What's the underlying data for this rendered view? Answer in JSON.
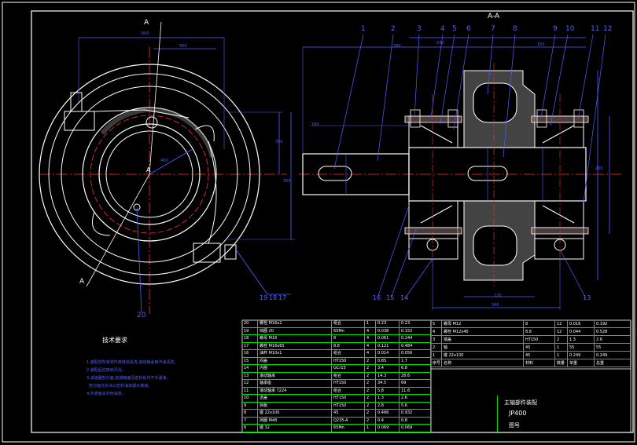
{
  "drawing": {
    "section_label": "A-A",
    "cut_mark": "A",
    "center_mark": "A",
    "lower_mark": "A",
    "balloons_top": [
      "1",
      "2",
      "3",
      "4",
      "5",
      "6",
      "7",
      "8",
      "9",
      "10",
      "11",
      "12"
    ],
    "balloons_bottom": [
      "16",
      "15",
      "14",
      "13"
    ],
    "balloons_left_bottom": [
      "19",
      "18",
      "17"
    ],
    "balloon_20": "20",
    "dims_left": [
      "600",
      "500",
      "330",
      "350",
      "400"
    ],
    "dims_right": [
      "240",
      "280",
      "180",
      "150",
      "120",
      "240",
      "200"
    ]
  },
  "notes": {
    "title": "技术要求",
    "lines": [
      "1.装配前所有零件用煤油清洗,滚动轴承用汽油清洗。",
      "2.装配后应转动灵活。",
      "3.减速器剖分面,各接触面及密封处均不许漏油,",
      "  剖分面允许涂以密封油漆或水玻璃。",
      "4.外表面涂灰色油漆。"
    ]
  },
  "parts_left": [
    [
      "20",
      "螺栓 M16x2",
      "组合",
      "1",
      "0.23",
      "0.23"
    ],
    [
      "19",
      "挡圈 20",
      "65Mn",
      "4",
      "0.038",
      "0.152"
    ],
    [
      "18",
      "螺母 M16",
      "8",
      "4",
      "0.061",
      "0.244"
    ],
    [
      "17",
      "螺栓 M16x65",
      "8.8",
      "4",
      "0.121",
      "0.484"
    ],
    [
      "16",
      "油杯 M10x1",
      "组合",
      "4",
      "0.014",
      "0.056"
    ],
    [
      "15",
      "闷盖",
      "HT150",
      "2",
      "0.85",
      "1.7"
    ],
    [
      "14",
      "内圈",
      "GCr15",
      "2",
      "3.4",
      "6.8"
    ],
    [
      "13",
      "滚动轴承",
      "组合",
      "2",
      "14.3",
      "28.6"
    ],
    [
      "12",
      "轴承座",
      "HT150",
      "2",
      "34.5",
      "69"
    ],
    [
      "11",
      "滚动轴承 7224",
      "组合",
      "2",
      "5.8",
      "11.6"
    ],
    [
      "10",
      "透盖",
      "HT150",
      "2",
      "1.3",
      "2.6"
    ],
    [
      "9",
      "挡板",
      "HT150",
      "2",
      "2.8",
      "5.6"
    ],
    [
      "8",
      "键 22x100",
      "45",
      "2",
      "0.466",
      "0.932"
    ],
    [
      "7",
      "挡圈 M48",
      "Q235-A",
      "2",
      "0.4",
      "0.8"
    ],
    [
      "6",
      "键 32",
      "65Mn",
      "1",
      "0.069",
      "0.069"
    ]
  ],
  "parts_right": [
    [
      "5",
      "螺母 M12",
      "8",
      "12",
      "0.016",
      "0.192"
    ],
    [
      "4",
      "螺栓 M12x40",
      "8.8",
      "12",
      "0.044",
      "0.528"
    ],
    [
      "3",
      "端盖",
      "HT150",
      "2",
      "1.3",
      "2.6"
    ],
    [
      "2",
      "轴",
      "45",
      "1",
      "55",
      "55"
    ],
    [
      "1",
      "键 22x100",
      "45",
      "1",
      "0.249",
      "0.249"
    ]
  ],
  "parts_header": [
    "序号",
    "名称",
    "材料",
    "数量",
    "单重",
    "总重"
  ],
  "title_block": {
    "name": "主轴部件装配",
    "model": "JP400",
    "part_no": "图号"
  }
}
